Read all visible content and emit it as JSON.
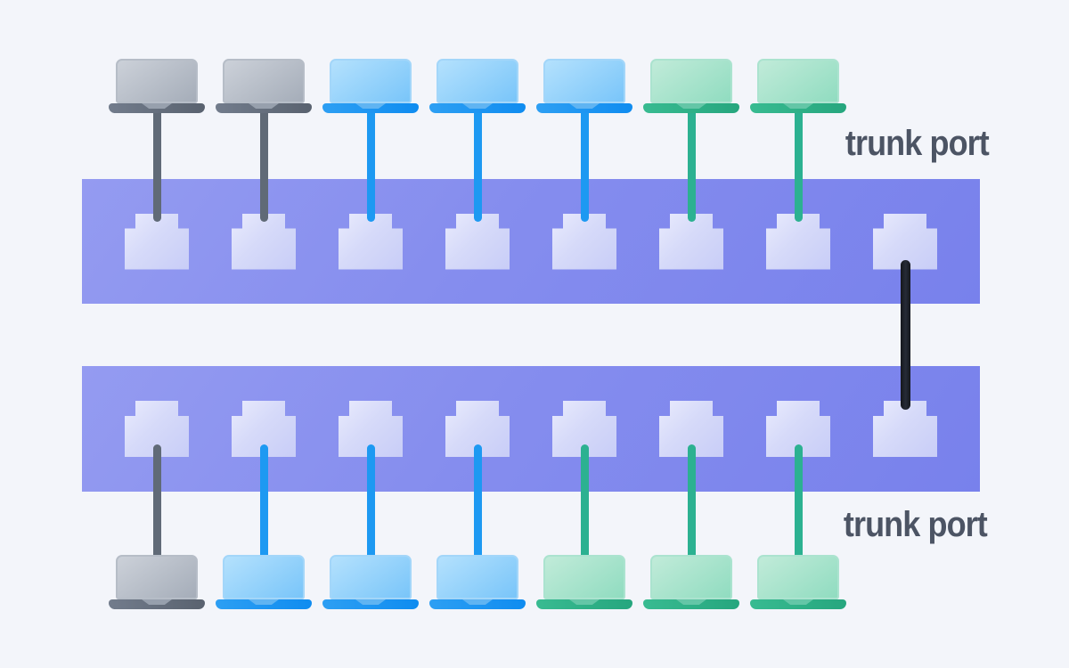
{
  "labels": {
    "top": "trunk port",
    "bottom": "trunk port"
  },
  "palette": {
    "background": "#f3f5fa",
    "label_text": "#4c5464",
    "switch_body": "#858dee",
    "port_face": "#d6daf9",
    "trunk_cable": "#181b22",
    "vlans": {
      "gray": {
        "screen_top": "#ccd1d9",
        "screen_bottom": "#a5adb9",
        "screen_border": "#b6bdc7",
        "base_left": "#727c8c",
        "base_right": "#59626f",
        "notch": "#97a0ad",
        "cable": "#606a77"
      },
      "blue": {
        "screen_top": "#b4e1fd",
        "screen_bottom": "#79c5f9",
        "screen_border": "#a3d6f9",
        "base_left": "#2d9ff3",
        "base_right": "#0f8cf0",
        "notch": "#60b4f2",
        "cable": "#1d99f2"
      },
      "green": {
        "screen_top": "#c1ebd9",
        "screen_bottom": "#90dcc0",
        "screen_border": "#abe3cf",
        "base_left": "#38bb91",
        "base_right": "#26a67e",
        "notch": "#64c6a7",
        "cable": "#2cb191"
      }
    }
  },
  "network": {
    "switches": [
      {
        "id": "top",
        "port_count": 8
      },
      {
        "id": "bottom",
        "port_count": 8
      }
    ],
    "trunk_link": {
      "from": "top-switch-port-8",
      "to": "bottom-switch-port-8"
    },
    "top_row_devices": [
      {
        "type": "laptop",
        "port": 1,
        "vlan": "gray"
      },
      {
        "type": "laptop",
        "port": 2,
        "vlan": "gray"
      },
      {
        "type": "laptop",
        "port": 3,
        "vlan": "blue"
      },
      {
        "type": "laptop",
        "port": 4,
        "vlan": "blue"
      },
      {
        "type": "laptop",
        "port": 5,
        "vlan": "blue"
      },
      {
        "type": "laptop",
        "port": 6,
        "vlan": "green"
      },
      {
        "type": "laptop",
        "port": 7,
        "vlan": "green"
      }
    ],
    "bottom_row_devices": [
      {
        "type": "laptop",
        "port": 1,
        "vlan": "gray"
      },
      {
        "type": "laptop",
        "port": 2,
        "vlan": "blue"
      },
      {
        "type": "laptop",
        "port": 3,
        "vlan": "blue"
      },
      {
        "type": "laptop",
        "port": 4,
        "vlan": "blue"
      },
      {
        "type": "laptop",
        "port": 5,
        "vlan": "green"
      },
      {
        "type": "laptop",
        "port": 6,
        "vlan": "green"
      },
      {
        "type": "laptop",
        "port": 7,
        "vlan": "green"
      }
    ]
  }
}
